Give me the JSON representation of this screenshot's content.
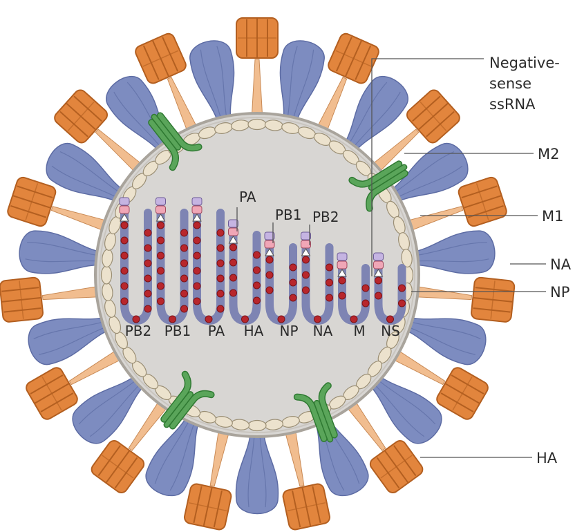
{
  "colors": {
    "background": "#ffffff",
    "spike_ha": "#7d8cc0",
    "spike_ha_dark": "#5d6ca4",
    "spike_na_head": "#e2853d",
    "spike_na_head_dark": "#b35f20",
    "spike_na_stalk": "#f1bd8f",
    "envelope_fill": "#d8d6d3",
    "envelope_edge": "#a9a49c",
    "matrix_m1": "#ece2cd",
    "matrix_m1_edge": "#9a8e74",
    "channel_m2": "#5aa55a",
    "channel_m2_dark": "#2f7a32",
    "rna_strand": "#7e84b3",
    "np_bead": "#b8262c",
    "polymerase_pa": "#ffffff",
    "polymerase_pb1": "#c5b4e2",
    "polymerase_pb2": "#f0a6b6",
    "leader_line": "#555555",
    "text": "#2b2b2b"
  },
  "labels": {
    "negative_sense_line1": "Negative-",
    "negative_sense_line2": "sense",
    "negative_sense_line3": "ssRNA",
    "m2": "M2",
    "m1": "M1",
    "na": "NA",
    "np": "NP",
    "ha": "HA",
    "pa": "PA",
    "pb1": "PB1",
    "pb2": "PB2"
  },
  "segments": [
    "PB2",
    "PB1",
    "PA",
    "HA",
    "NP",
    "NA",
    "M",
    "NS"
  ],
  "icons": {
    "spike_ha": "ha-spike-icon",
    "spike_na": "na-spike-icon",
    "channel_m2": "m2-channel-icon",
    "polymerase": "polymerase-complex-icon"
  }
}
